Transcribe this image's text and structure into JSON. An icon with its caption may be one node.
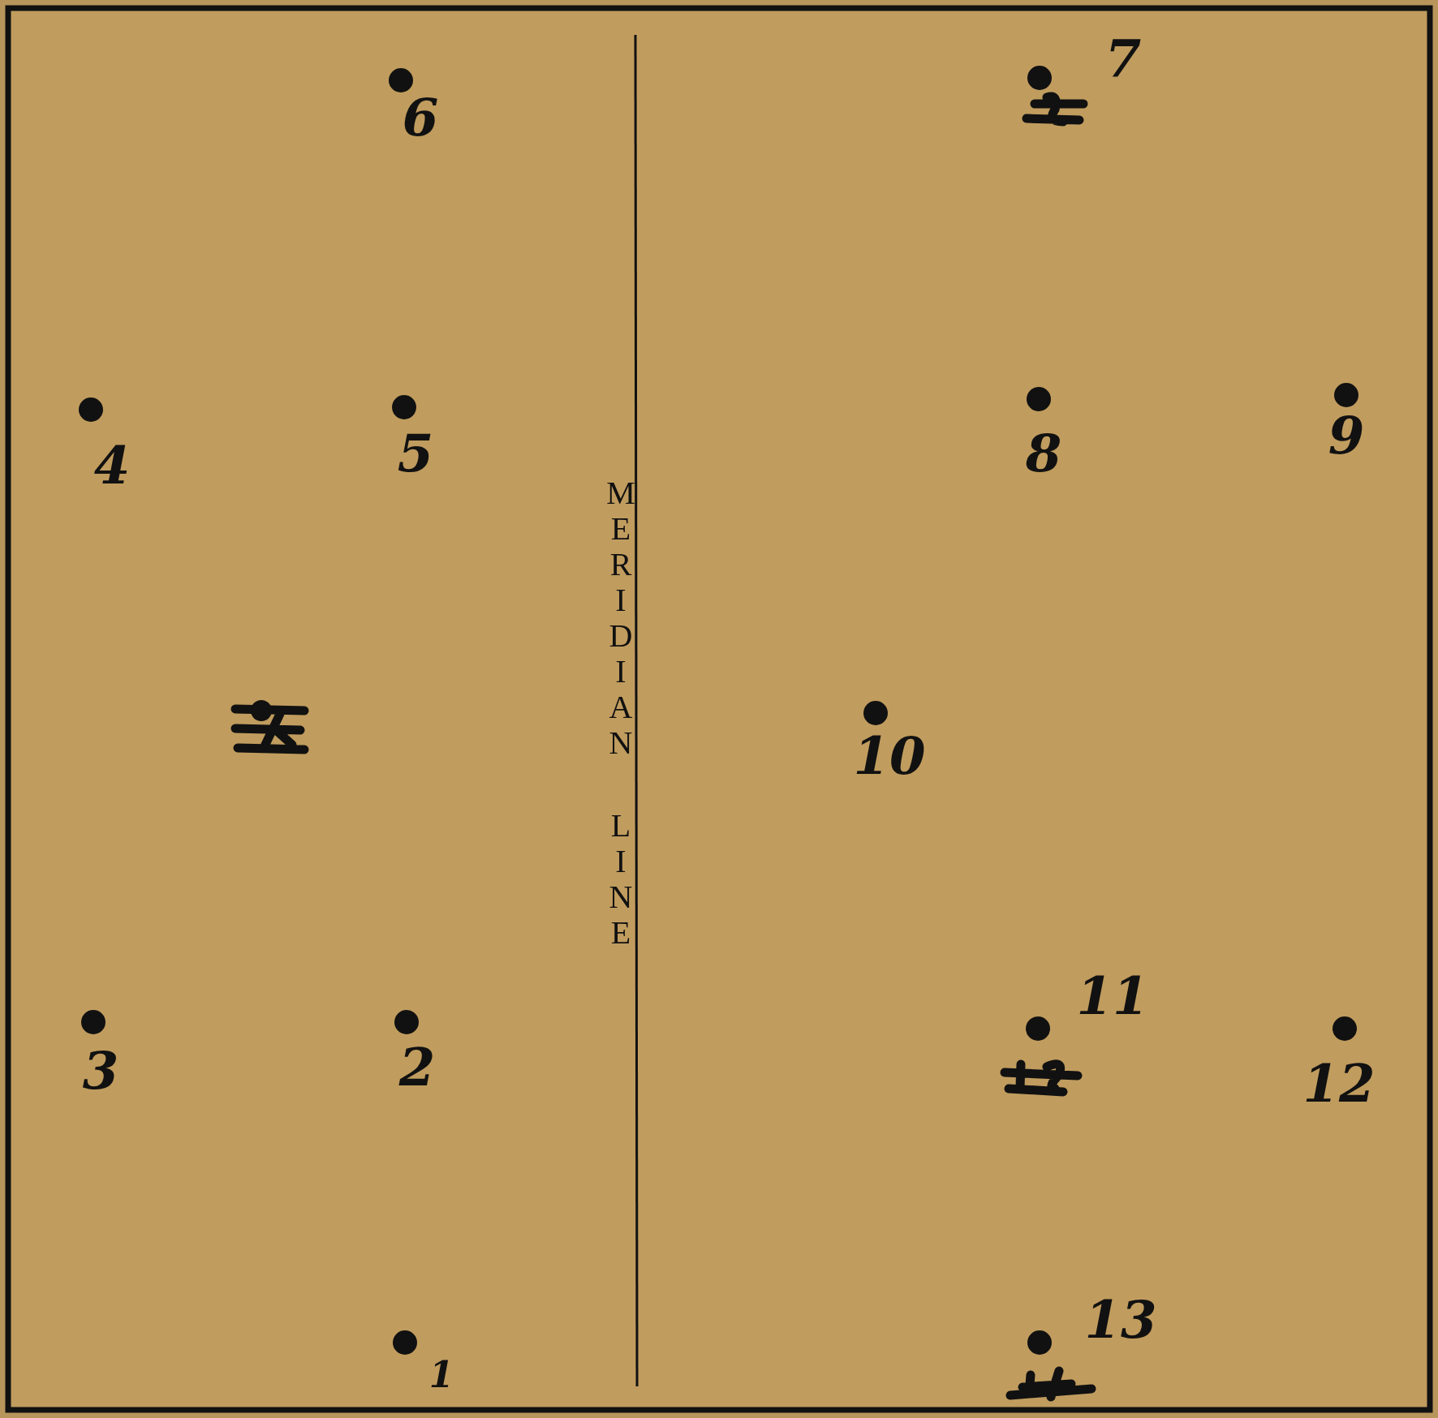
{
  "diagram": {
    "labels": [
      "7",
      "6",
      "4",
      "5",
      "8",
      "9",
      "MERIDIAN",
      "LINE",
      "10",
      "11",
      "3",
      "2",
      "12",
      "13",
      "1"
    ]
  }
}
